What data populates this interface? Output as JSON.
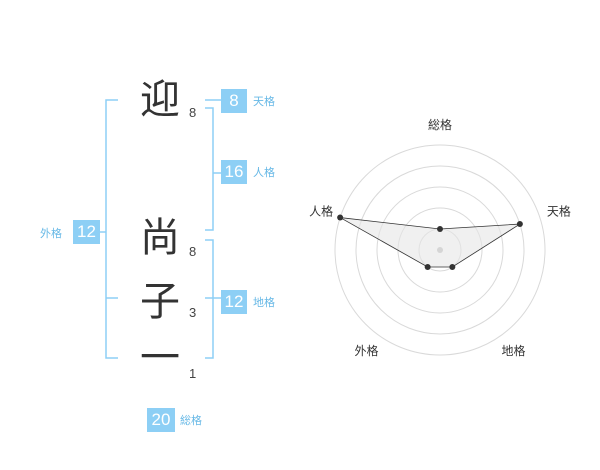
{
  "name": {
    "chars": [
      {
        "char": "迎",
        "strokes": "8"
      },
      {
        "char": "尚",
        "strokes": "8"
      },
      {
        "char": "子",
        "strokes": "3"
      },
      {
        "char": "一",
        "strokes": "1"
      }
    ]
  },
  "kaku": {
    "ten": {
      "value": "8",
      "label": "天格"
    },
    "jin": {
      "value": "16",
      "label": "人格"
    },
    "chi": {
      "value": "12",
      "label": "地格"
    },
    "gai": {
      "value": "12",
      "label": "外格"
    },
    "sou": {
      "value": "20",
      "label": "総格"
    }
  },
  "colors": {
    "badge": "#8dcff5",
    "bracket": "#8dcff5",
    "label": "#66b8e6",
    "radar_fill": "#e6e6e6",
    "radar_line": "#333333"
  },
  "chart_data": {
    "type": "radar",
    "axes": [
      "総格",
      "天格",
      "地格",
      "外格",
      "人格"
    ],
    "levels": 5,
    "values": [
      1,
      4,
      1,
      1,
      5
    ],
    "max": 5
  }
}
